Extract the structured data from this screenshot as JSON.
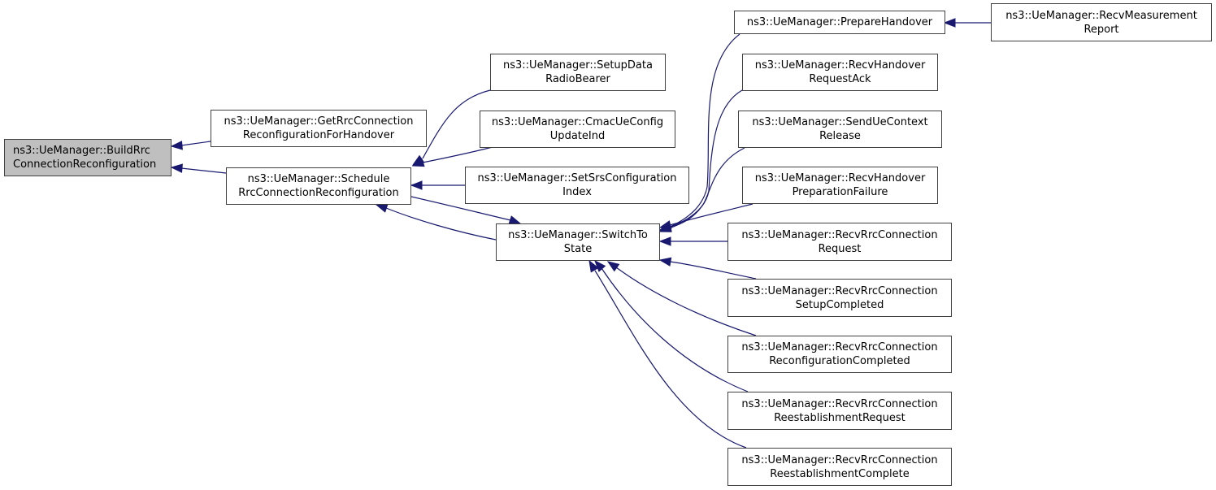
{
  "diagram": {
    "type": "caller-graph",
    "edge_color": "#191970",
    "root_fill": "#bfbfbf",
    "nodes": {
      "build": "ns3::UeManager::BuildRrc\nConnectionReconfiguration",
      "getrrc": "ns3::UeManager::GetRrcConnection\nReconfigurationForHandover",
      "schedule": "ns3::UeManager::Schedule\nRrcConnectionReconfiguration",
      "setupdata": "ns3::UeManager::SetupData\nRadioBearer",
      "cmac": "ns3::UeManager::CmacUeConfig\nUpdateInd",
      "setsrs": "ns3::UeManager::SetSrsConfiguration\nIndex",
      "switchto": "ns3::UeManager::SwitchTo\nState",
      "prepare": "ns3::UeManager::PrepareHandover",
      "recvmeas": "ns3::UeManager::RecvMeasurement\nReport",
      "reqack": "ns3::UeManager::RecvHandover\nRequestAck",
      "sendctx": "ns3::UeManager::SendUeContext\nRelease",
      "prepfail": "ns3::UeManager::RecvHandover\nPreparationFailure",
      "rrcreq": "ns3::UeManager::RecvRrcConnection\nRequest",
      "rrcsetup": "ns3::UeManager::RecvRrcConnection\nSetupCompleted",
      "rrcreconf": "ns3::UeManager::RecvRrcConnection\nReconfigurationCompleted",
      "rrcreestreq": "ns3::UeManager::RecvRrcConnection\nReestablishmentRequest",
      "rrcreestcomp": "ns3::UeManager::RecvRrcConnection\nReestablishmentComplete"
    },
    "edges": [
      {
        "from": "getrrc",
        "to": "build"
      },
      {
        "from": "schedule",
        "to": "build"
      },
      {
        "from": "setupdata",
        "to": "schedule"
      },
      {
        "from": "cmac",
        "to": "schedule"
      },
      {
        "from": "setsrs",
        "to": "schedule"
      },
      {
        "from": "switchto",
        "to": "schedule"
      },
      {
        "from": "schedule",
        "to": "switchto"
      },
      {
        "from": "recvmeas",
        "to": "prepare"
      },
      {
        "from": "prepare",
        "to": "switchto"
      },
      {
        "from": "reqack",
        "to": "switchto"
      },
      {
        "from": "sendctx",
        "to": "switchto"
      },
      {
        "from": "prepfail",
        "to": "switchto"
      },
      {
        "from": "rrcreq",
        "to": "switchto"
      },
      {
        "from": "rrcsetup",
        "to": "switchto"
      },
      {
        "from": "rrcreconf",
        "to": "switchto"
      },
      {
        "from": "rrcreestreq",
        "to": "switchto"
      },
      {
        "from": "rrcreestcomp",
        "to": "switchto"
      }
    ]
  }
}
